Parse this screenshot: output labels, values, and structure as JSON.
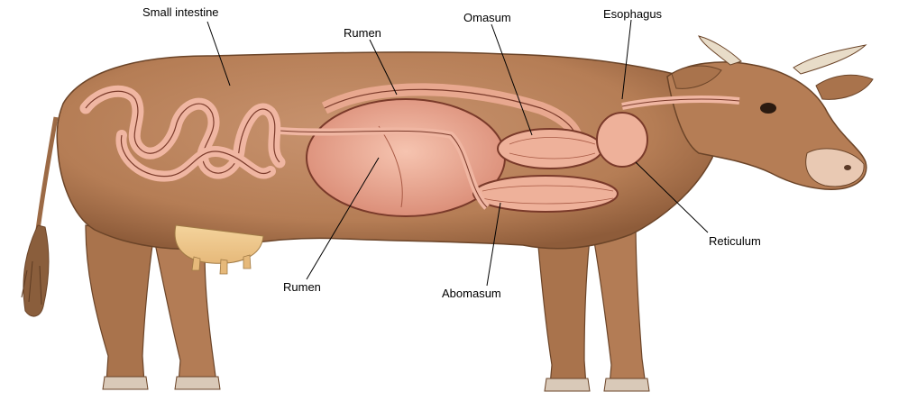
{
  "labels": {
    "small_intestine": "Small intestine",
    "rumen_top": "Rumen",
    "omasum": "Omasum",
    "esophagus": "Esophagus",
    "reticulum": "Reticulum",
    "rumen_bottom": "Rumen",
    "abomasum": "Abomasum"
  },
  "colors": {
    "background": "#ffffff",
    "hide": "#b9825a",
    "hide_shadow": "#9c6a45",
    "organ_fill": "#e8a88f",
    "organ_pink": "#f0b6a2",
    "organ_outline": "#7a3a2a",
    "label_text": "#000000",
    "leader_line": "#000000"
  }
}
